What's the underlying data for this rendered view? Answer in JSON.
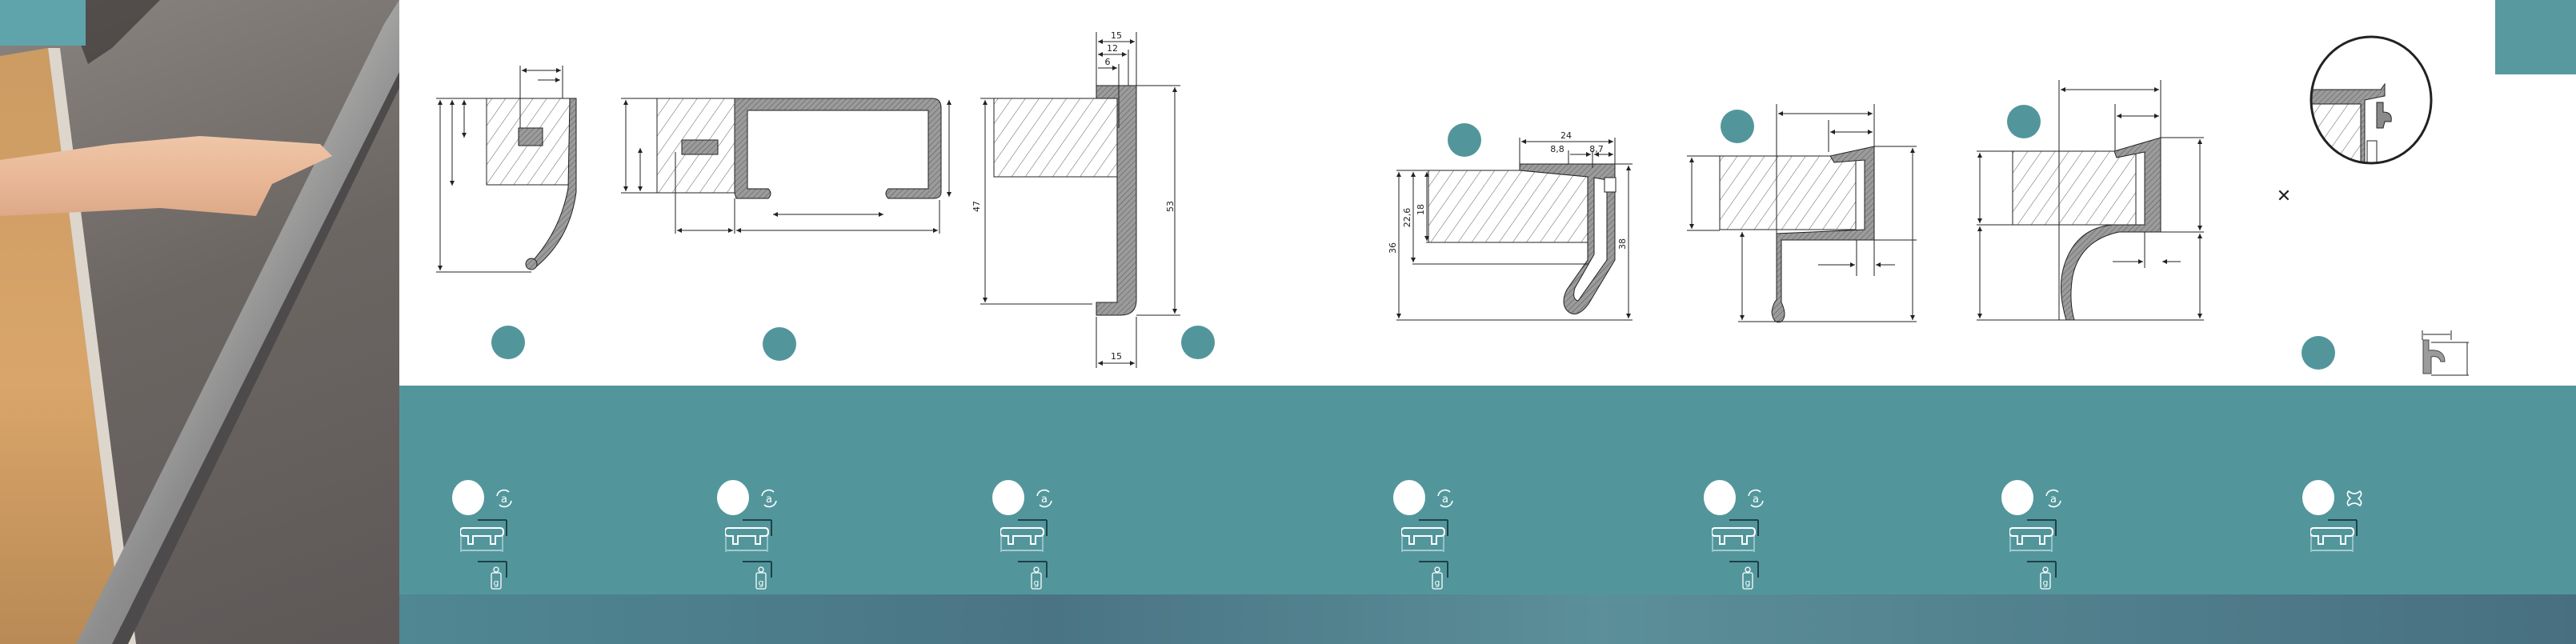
{
  "colors": {
    "accent": "#52969c",
    "footer": "#4a7484",
    "marker": "#52969c",
    "profile": "#9b9b9b"
  },
  "drawings": {
    "d3": {
      "top_15": "15",
      "top_12": "12",
      "top_6": "6",
      "left_47": "47",
      "right_53": "53",
      "bottom_15": "15"
    },
    "d4": {
      "top_24": "24",
      "top_8_8": "8,8",
      "top_8_7": "8,7",
      "left_36": "36",
      "left_22_6": "22,6",
      "left_18": "18",
      "right_38": "38"
    }
  },
  "band": {
    "items": [
      {
        "symbol": "rotate-a-icon",
        "weight": true
      },
      {
        "symbol": "rotate-a-icon",
        "weight": true
      },
      {
        "symbol": "rotate-a-icon",
        "weight": true
      },
      {
        "symbol": "rotate-a-icon",
        "weight": true
      },
      {
        "symbol": "rotate-a-icon",
        "weight": true
      },
      {
        "symbol": "rotate-a-icon",
        "weight": true
      },
      {
        "symbol": "cross-icon",
        "weight": false
      }
    ],
    "weight_letter": "g",
    "rotate_letter": "a"
  }
}
